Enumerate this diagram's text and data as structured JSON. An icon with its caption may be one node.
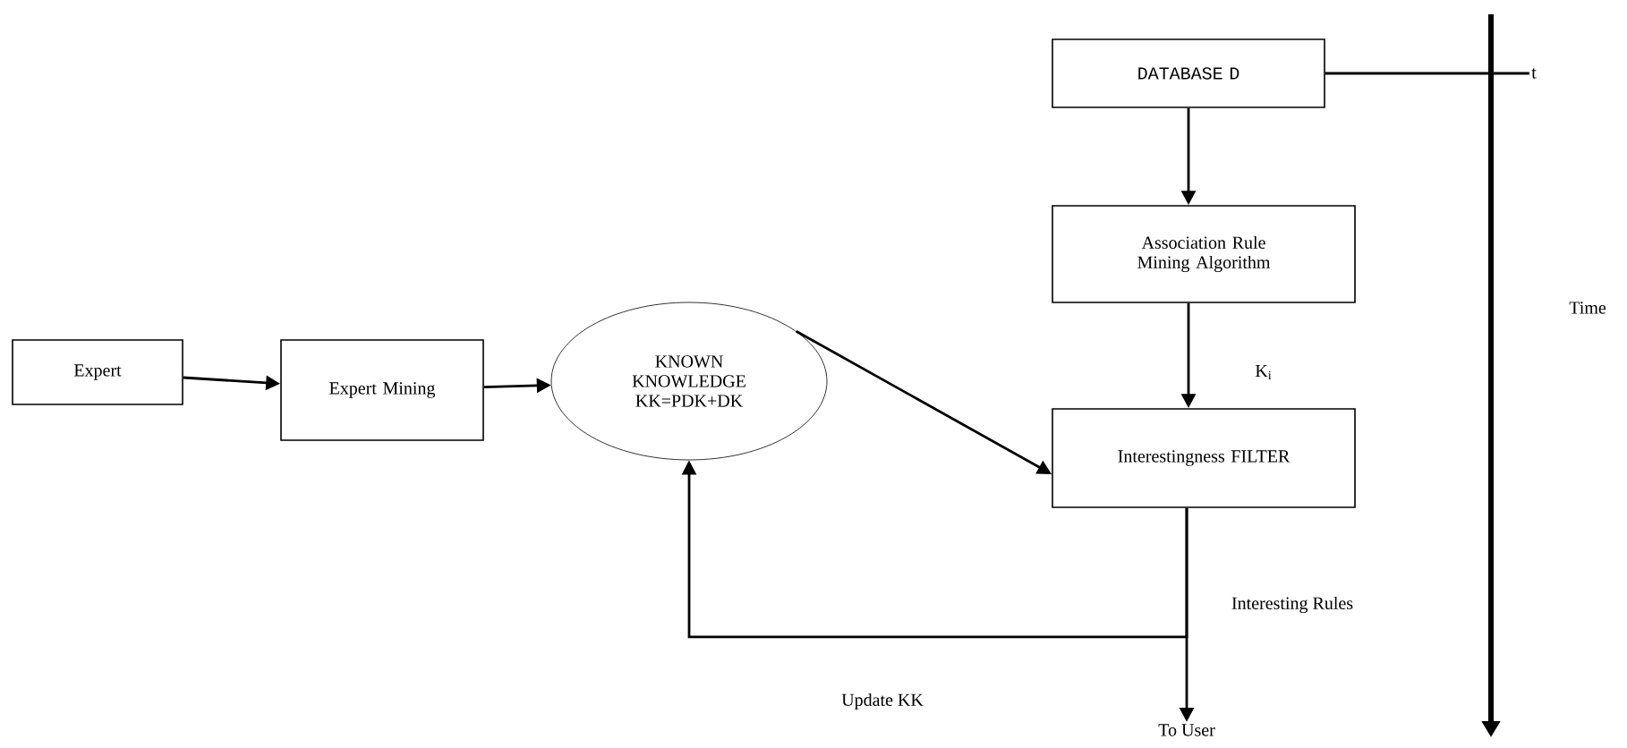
{
  "diagram": {
    "nodes": [
      {
        "text": [
          "Expert"
        ]
      },
      {
        "text": [
          "Expert Mining"
        ]
      },
      {
        "text": [
          "KNOWN KNOWLEDGE KK=PDK+DK"
        ]
      },
      {
        "text": [
          "DATABASE D"
        ]
      },
      {
        "text": [
          "Association Rule Mining Algorithm"
        ]
      },
      {
        "text": [
          "Interestingness FILTER"
        ]
      },
      {
        "text": [
          "To User"
        ]
      },
      {
        "text": [
          "t"
        ]
      }
    ],
    "edges": [
      {
        "from": 0,
        "to": 1,
        "arrow": "to"
      },
      {
        "from": 1,
        "to": 2,
        "arrow": "to"
      },
      {
        "from": 3,
        "to": 4,
        "arrow": "to"
      },
      {
        "from": 4,
        "to": 5,
        "arrow": "to",
        "label": "K$_{i}$"
      },
      {
        "from": 2,
        "to": 5,
        "arrow": "to"
      },
      {
        "from": 5,
        "to": 6,
        "arrow": "to",
        "label": "Interesting Rules"
      },
      {
        "from": 5,
        "to": 2,
        "arrow": "to",
        "label": "Update KK"
      },
      {
        "from": 3,
        "to": 7,
        "arrow": "none"
      }
    ],
    "labels": [
      "Time"
    ]
  }
}
